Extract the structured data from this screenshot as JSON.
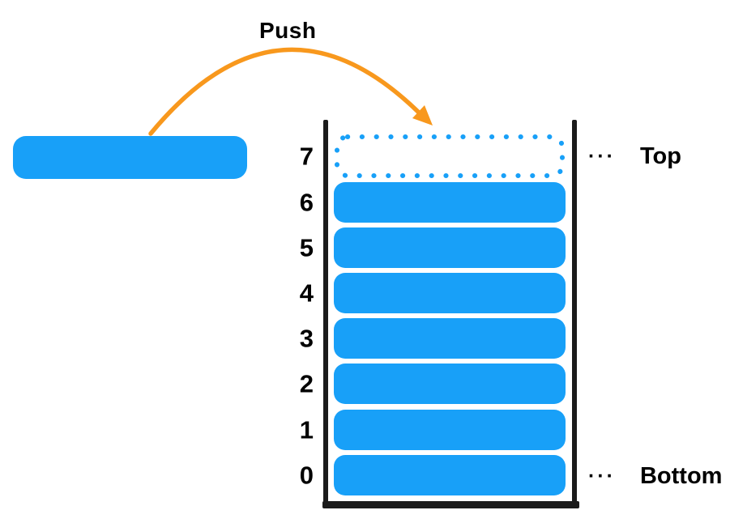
{
  "push_label": "Push",
  "colors": {
    "blue": "#18A0F8",
    "orange": "#F8981D",
    "wall": "#1b1b1b"
  },
  "stack": {
    "slots": [
      {
        "index": "7",
        "state": "empty"
      },
      {
        "index": "6",
        "state": "filled"
      },
      {
        "index": "5",
        "state": "filled"
      },
      {
        "index": "4",
        "state": "filled"
      },
      {
        "index": "3",
        "state": "filled"
      },
      {
        "index": "2",
        "state": "filled"
      },
      {
        "index": "1",
        "state": "filled"
      },
      {
        "index": "0",
        "state": "filled"
      }
    ]
  },
  "annotations": {
    "top_ellipsis": "···",
    "top_label": "Top",
    "bottom_ellipsis": "···",
    "bottom_label": "Bottom"
  }
}
